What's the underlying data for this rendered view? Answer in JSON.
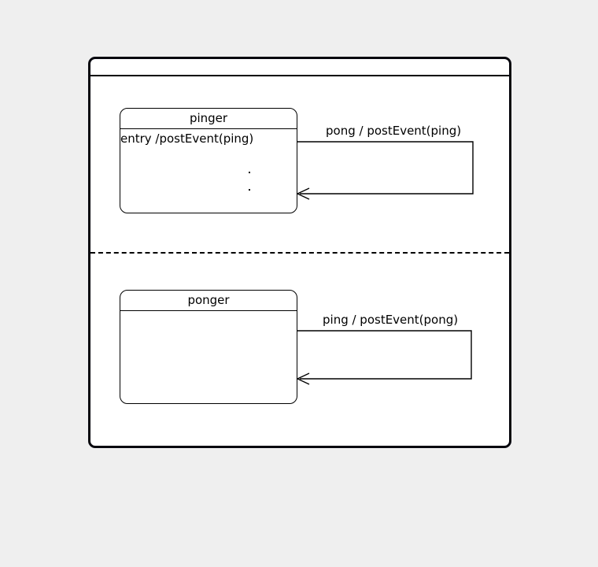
{
  "diagram": {
    "type": "uml-state-machine",
    "background_color": "#efefef",
    "canvas_color": "#ffffff",
    "line_color": "#000000",
    "composite_state": {
      "header_label": "",
      "regions": [
        {
          "id": "pinger-region",
          "state": {
            "name": "pinger",
            "internal_actions": [
              "entry /postEvent(ping)"
            ]
          },
          "self_transition": {
            "label": "pong / postEvent(ping)",
            "trigger": "pong",
            "effect": "postEvent(ping)"
          }
        },
        {
          "id": "ponger-region",
          "state": {
            "name": "ponger",
            "internal_actions": []
          },
          "self_transition": {
            "label": "ping / postEvent(pong)",
            "trigger": "ping",
            "effect": "postEvent(pong)"
          }
        }
      ],
      "region_separator": "dashed"
    }
  }
}
